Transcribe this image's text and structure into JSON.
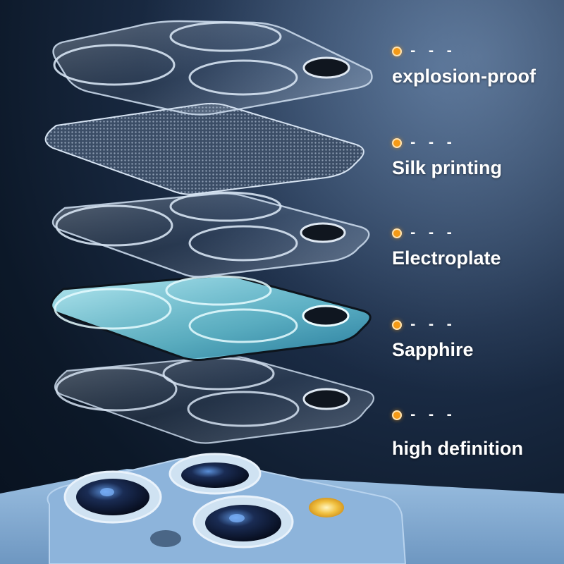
{
  "features": [
    {
      "marker_text": "- - -",
      "label": "explosion-proof"
    },
    {
      "marker_text": "- - -",
      "label": "Silk printing"
    },
    {
      "marker_text": "- - -",
      "label": "Electroplate"
    },
    {
      "marker_text": "- - -",
      "label": "Sapphire"
    },
    {
      "marker_text": "- - -",
      "label": "high definition"
    }
  ],
  "colors": {
    "background": "#0d1a2c",
    "accent_dot": "#f59a16",
    "phone_body": "#7fa9d2",
    "sapphire_tint": "#6fd8ea",
    "label_text": "#ffffff"
  },
  "icons": [
    "orange-dot-icon"
  ]
}
